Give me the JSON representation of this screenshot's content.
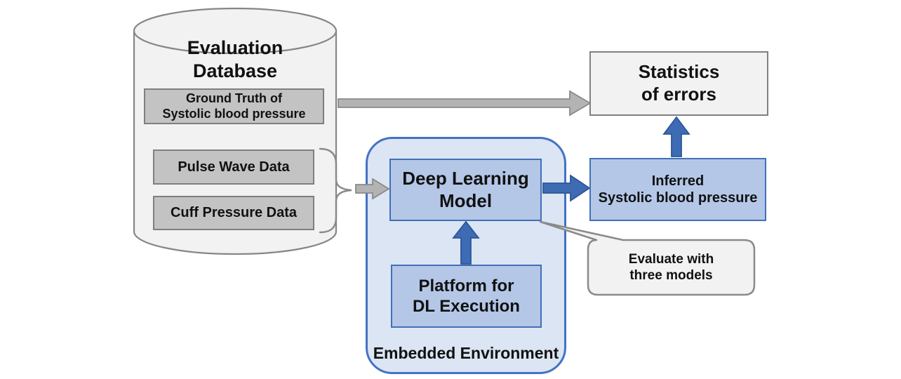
{
  "diagram_type": "flow-diagram",
  "database": {
    "title": "Evaluation\nDatabase",
    "ground_truth_label": "Ground Truth of\nSystolic blood pressure",
    "pulse_wave_label": "Pulse Wave Data",
    "cuff_pressure_label": "Cuff Pressure Data"
  },
  "embedded_environment": {
    "label": "Embedded Environment",
    "deep_learning_model_label": "Deep Learning\nModel",
    "platform_label": "Platform for\nDL Execution"
  },
  "outputs": {
    "statistics_label": "Statistics\nof errors",
    "inferred_label": "Inferred\nSystolic blood pressure"
  },
  "callout": {
    "label": "Evaluate with\nthree models"
  },
  "arrows": [
    {
      "name": "ground-truth-to-statistics-arrow",
      "direction": "right",
      "color": "#b3b3b3"
    },
    {
      "name": "database-to-model-arrow",
      "direction": "right",
      "color": "#b3b3b3"
    },
    {
      "name": "model-to-inferred-arrow",
      "direction": "right",
      "color": "#3d6cb5"
    },
    {
      "name": "platform-to-model-arrow",
      "direction": "up",
      "color": "#3d6cb5"
    },
    {
      "name": "inferred-to-statistics-arrow",
      "direction": "up",
      "color": "#3d6cb5"
    }
  ],
  "colors": {
    "container_blue_fill": "#dbe5f3",
    "container_blue_border": "#4472c4",
    "box_blue_fill": "#b4c7e7",
    "box_blue_border": "#4170b8",
    "arrow_blue_fill": "#3d6cb5",
    "arrow_blue_border": "#2f5597",
    "light_gray_fill": "#f2f2f2",
    "mid_gray_fill": "#c3c3c3",
    "gray_border": "#808080",
    "arrow_gray_fill": "#b3b3b3"
  }
}
